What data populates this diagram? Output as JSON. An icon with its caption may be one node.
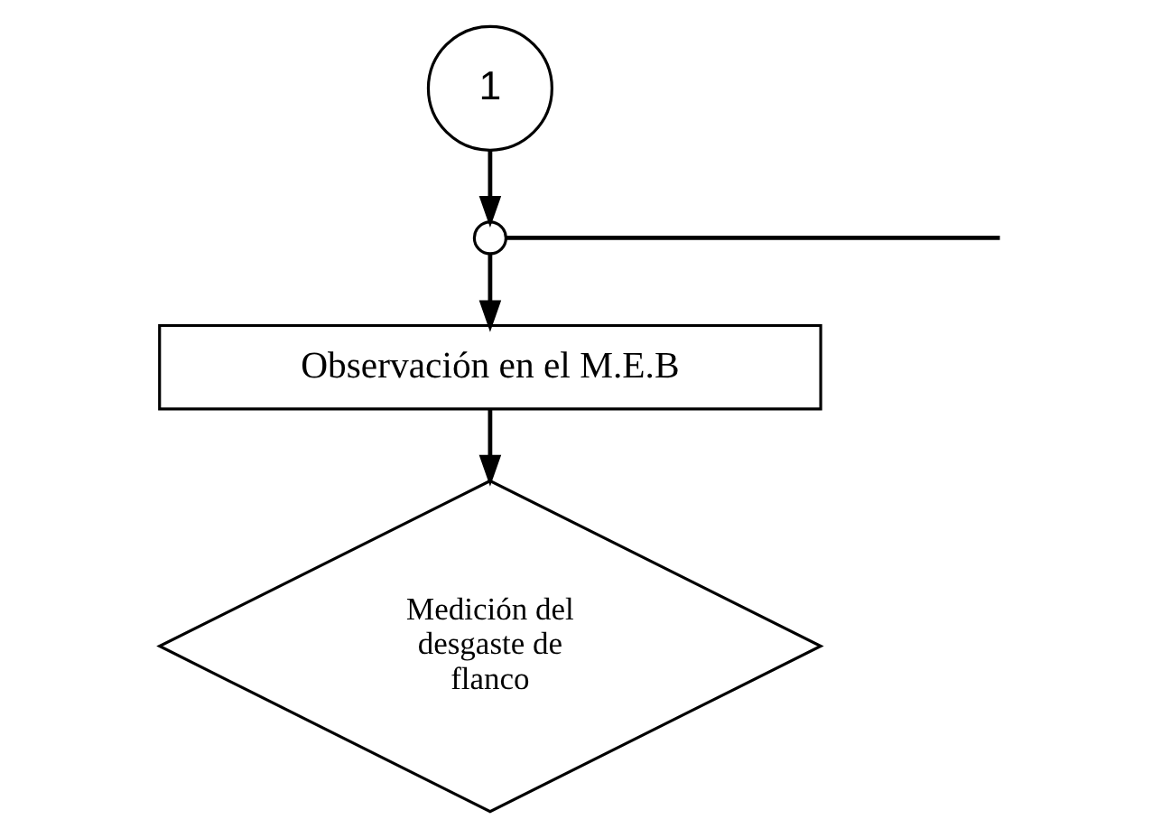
{
  "diagram": {
    "nodes": [
      {
        "text": [
          "1"
        ]
      },
      {
        "text": [],
        "shape": "circle"
      },
      {
        "text": [
          "Observación en el M.E.B"
        ]
      },
      {
        "text": [
          "Medición del desgaste de flanco"
        ]
      }
    ],
    "edges": [
      {
        "from": 0,
        "to": 1,
        "arrow": "to"
      },
      {
        "from": 1,
        "to": 2,
        "arrow": "to"
      },
      {
        "from": 2,
        "to": 3,
        "arrow": "to"
      },
      {
        "from": 1,
        "to": null,
        "arrow": "none"
      }
    ]
  }
}
